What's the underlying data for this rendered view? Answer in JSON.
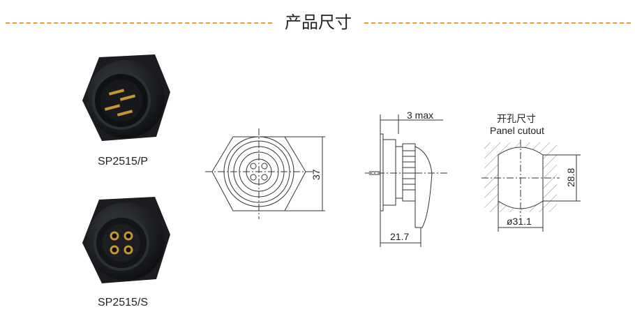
{
  "header": {
    "title": "产品尺寸"
  },
  "products": [
    {
      "label": "SP2515/P"
    },
    {
      "label": "SP2515/S"
    }
  ],
  "front_view": {
    "height_dim": "37"
  },
  "side_view": {
    "max_dim": "3 max",
    "length_dim": "21.7"
  },
  "cutout": {
    "title_cn": "开孔尺寸",
    "title_en": "Panel cutout",
    "height_dim": "28.8",
    "diameter_dim": "ø31.1"
  },
  "colors": {
    "accent_dash": "#f29a2e",
    "line": "#333333",
    "connector_body": "#15171a",
    "pin_gold": "#c8962e"
  }
}
